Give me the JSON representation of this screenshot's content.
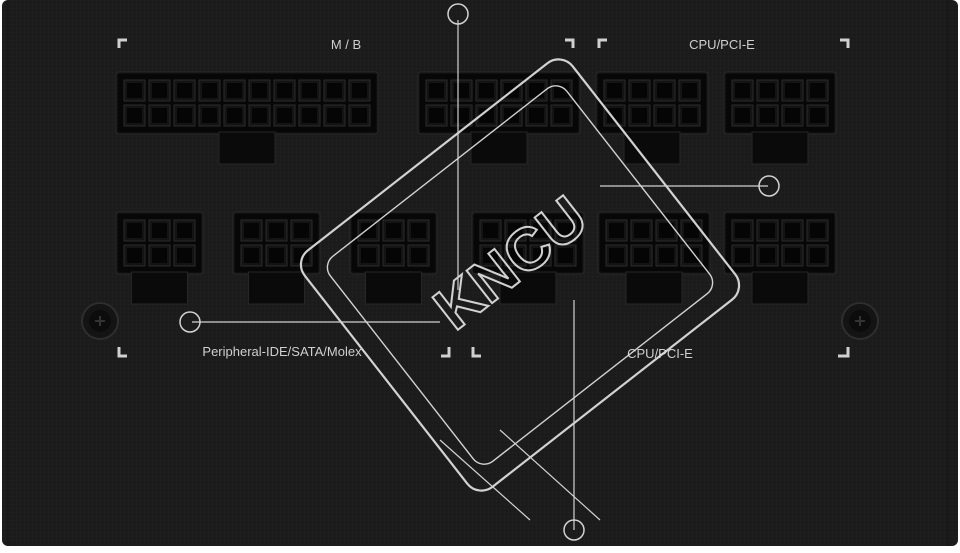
{
  "labels": {
    "mb": "M / B",
    "cpu_pcie_top": "CPU/PCI-E",
    "peripheral": "Peripheral-IDE/SATA/Molex",
    "cpu_pcie_bottom": "CPU/PCI-E"
  },
  "watermark": {
    "text": "KNCU"
  },
  "colors": {
    "panel": "#1b1b1b",
    "connector": "#070707",
    "label": "#cfcfcf",
    "watermark": "#e6e6e6"
  }
}
